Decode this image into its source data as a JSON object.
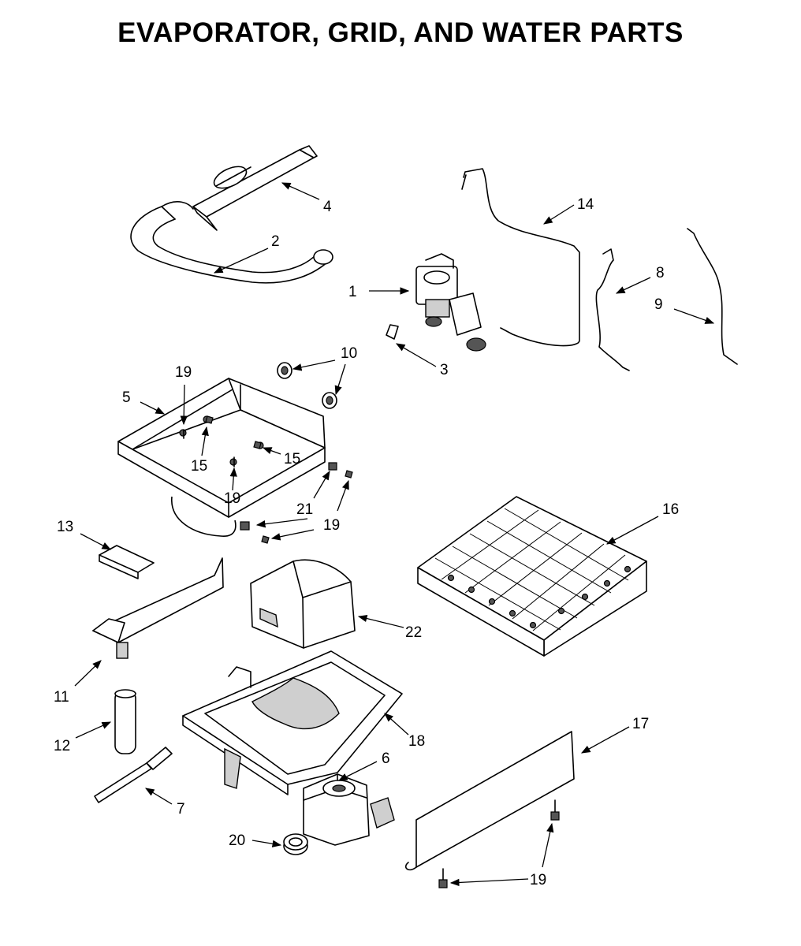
{
  "title": "EVAPORATOR, GRID, AND WATER PARTS",
  "callouts": [
    {
      "id": "c1",
      "label": "1"
    },
    {
      "id": "c2",
      "label": "2"
    },
    {
      "id": "c3",
      "label": "3"
    },
    {
      "id": "c4",
      "label": "4"
    },
    {
      "id": "c5",
      "label": "5"
    },
    {
      "id": "c6",
      "label": "6"
    },
    {
      "id": "c7",
      "label": "7"
    },
    {
      "id": "c8",
      "label": "8"
    },
    {
      "id": "c9",
      "label": "9"
    },
    {
      "id": "c10",
      "label": "10"
    },
    {
      "id": "c11",
      "label": "11"
    },
    {
      "id": "c12",
      "label": "12"
    },
    {
      "id": "c13",
      "label": "13"
    },
    {
      "id": "c14",
      "label": "14"
    },
    {
      "id": "c15a",
      "label": "15"
    },
    {
      "id": "c15b",
      "label": "15"
    },
    {
      "id": "c16",
      "label": "16"
    },
    {
      "id": "c17",
      "label": "17"
    },
    {
      "id": "c18",
      "label": "18"
    },
    {
      "id": "c19a",
      "label": "19"
    },
    {
      "id": "c19b",
      "label": "19"
    },
    {
      "id": "c19c",
      "label": "19"
    },
    {
      "id": "c19d",
      "label": "19"
    },
    {
      "id": "c19e",
      "label": "19"
    },
    {
      "id": "c20",
      "label": "20"
    },
    {
      "id": "c21",
      "label": "21"
    },
    {
      "id": "c22",
      "label": "22"
    }
  ]
}
